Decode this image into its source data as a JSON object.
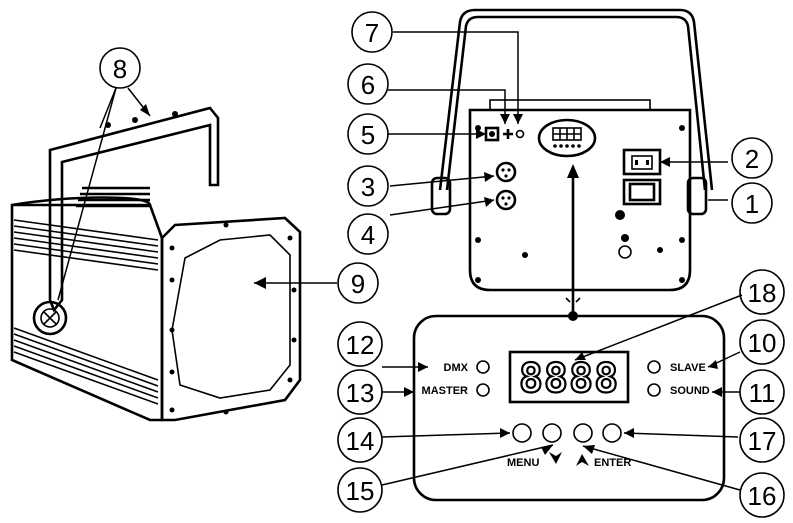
{
  "callouts": [
    {
      "id": "1",
      "label": "1"
    },
    {
      "id": "2",
      "label": "2"
    },
    {
      "id": "3",
      "label": "3"
    },
    {
      "id": "4",
      "label": "4"
    },
    {
      "id": "5",
      "label": "5"
    },
    {
      "id": "6",
      "label": "6"
    },
    {
      "id": "7",
      "label": "7"
    },
    {
      "id": "8",
      "label": "8"
    },
    {
      "id": "9",
      "label": "9"
    },
    {
      "id": "10",
      "label": "10"
    },
    {
      "id": "11",
      "label": "11"
    },
    {
      "id": "12",
      "label": "12"
    },
    {
      "id": "13",
      "label": "13"
    },
    {
      "id": "14",
      "label": "14"
    },
    {
      "id": "15",
      "label": "15"
    },
    {
      "id": "16",
      "label": "16"
    },
    {
      "id": "17",
      "label": "17"
    },
    {
      "id": "18",
      "label": "18"
    }
  ],
  "panel": {
    "dmx": "DMX",
    "master": "MASTER",
    "slave": "SLAVE",
    "sound": "SOUND",
    "menu": "MENU",
    "enter": "ENTER",
    "display": "8888"
  },
  "colors": {
    "button_fill": "#c8c8c8",
    "line": "#000000",
    "background": "#ffffff"
  }
}
